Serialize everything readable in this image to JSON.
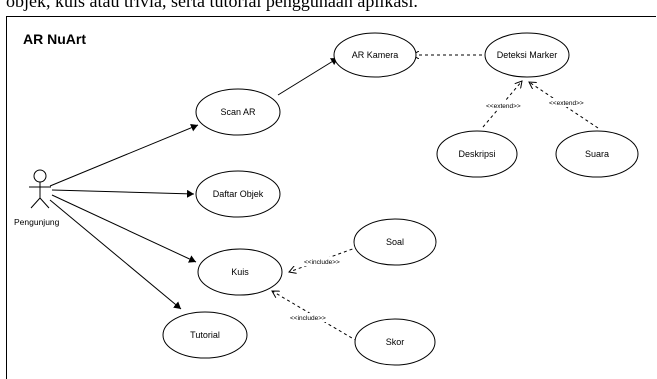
{
  "caption": "objek, kuis atau trivia, serta tutorial penggunaan aplikasi.",
  "diagram": {
    "title": "AR NuArt",
    "actor": "Pengunjung",
    "use_cases": {
      "scan_ar": "Scan AR",
      "ar_kamera": "AR Kamera",
      "deteksi_marker": "Deteksi Marker",
      "deskripsi": "Deskripsi",
      "suara": "Suara",
      "daftar_objek": "Daftar Objek",
      "kuis": "Kuis",
      "soal": "Soal",
      "skor": "Skor",
      "tutorial": "Tutorial"
    },
    "stereotypes": {
      "extend_deskripsi": "<<extend>>",
      "extend_suara": "<<extend>>",
      "include_soal": "<<include>>",
      "include_skor": "<<include>>"
    }
  }
}
